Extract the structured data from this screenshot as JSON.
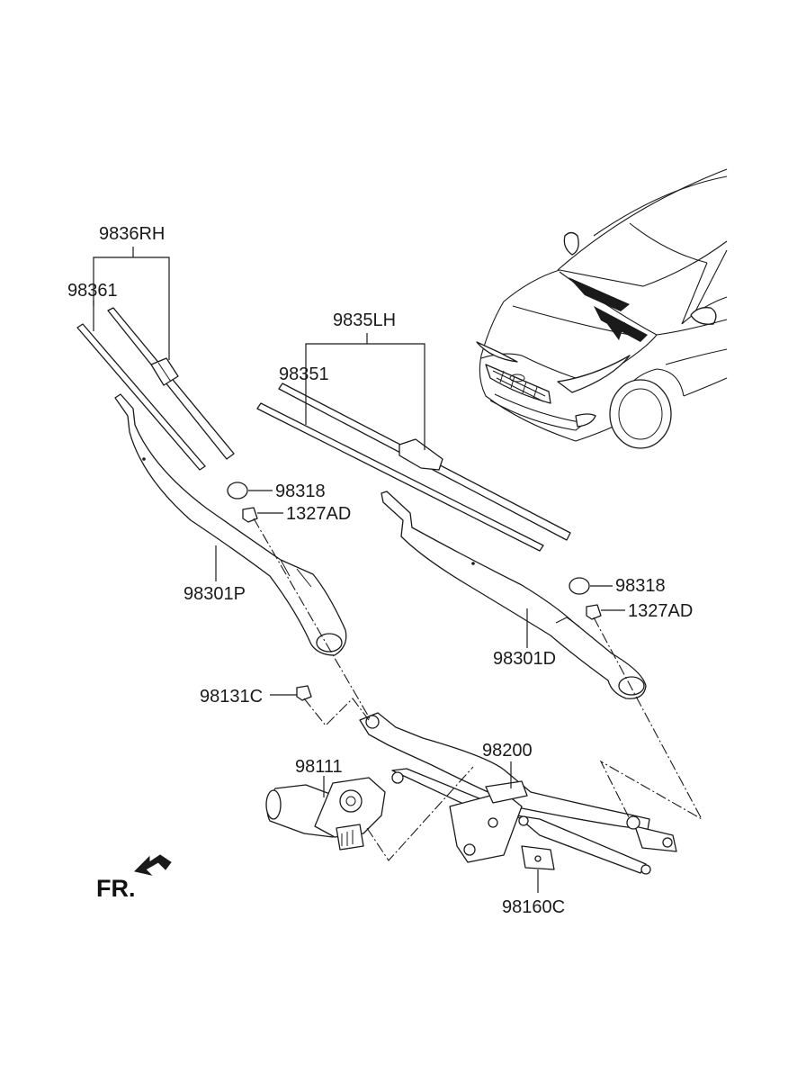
{
  "labels": {
    "rh_blade_assy": "9836RH",
    "rh_blade_refill": "98361",
    "lh_blade_assy": "9835LH",
    "lh_blade_refill": "98351",
    "cap_left": "98318",
    "nut_left": "1327AD",
    "arm_passenger": "98301P",
    "cap_right": "98318",
    "nut_right": "1327AD",
    "arm_driver": "98301D",
    "crank_nut": "98131C",
    "linkage": "98200",
    "motor": "98111",
    "bracket": "98160C",
    "front_indicator": "FR."
  },
  "colors": {
    "line": "#1a1a1a",
    "background": "#ffffff"
  },
  "icons": {
    "front_arrow": "arrow-down-left-icon"
  }
}
